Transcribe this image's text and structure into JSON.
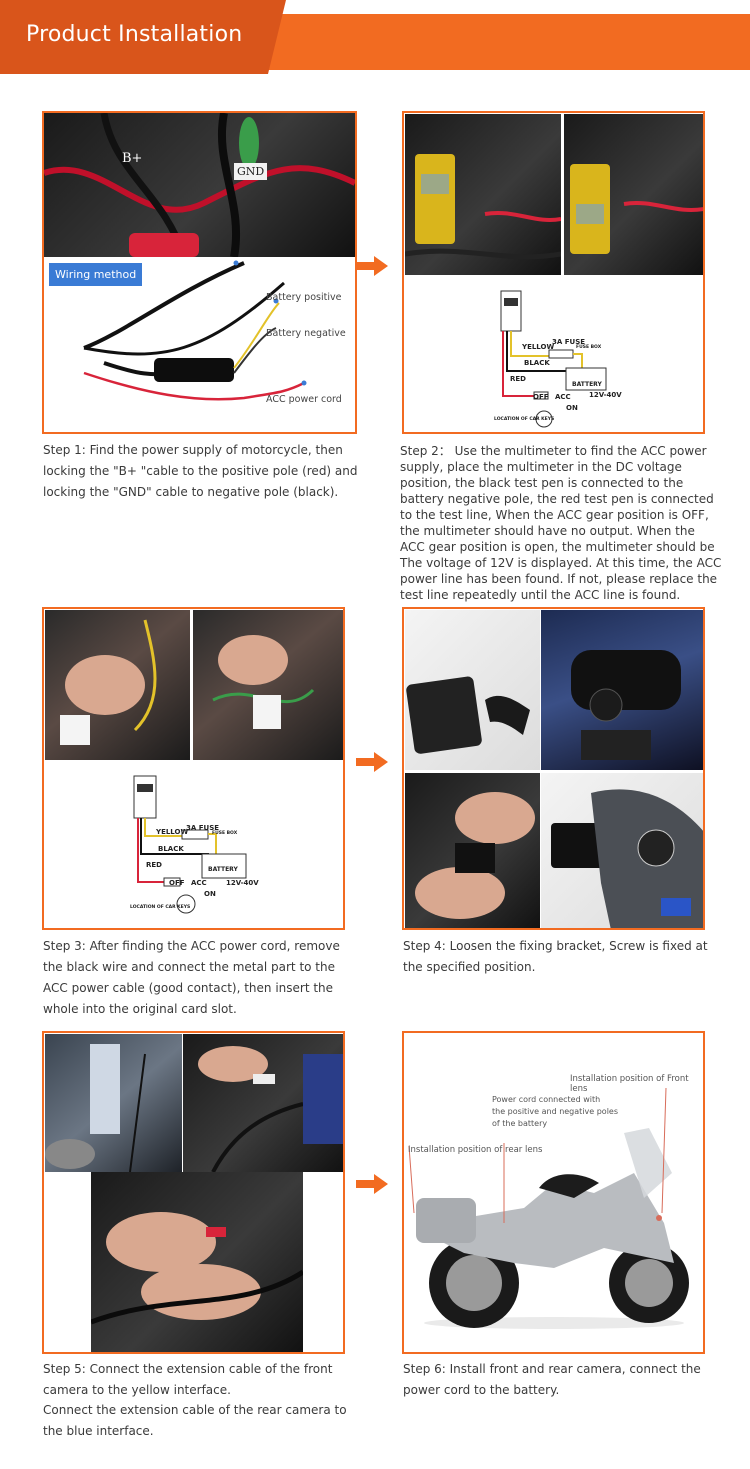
{
  "header": {
    "title": "Product Installation"
  },
  "colors": {
    "accent": "#f26b21",
    "accent_dark": "#d9551b",
    "label_blue": "#3a7bd5"
  },
  "step1": {
    "photo_labels": {
      "bplus": "B+",
      "gnd": "GND"
    },
    "wiring_method": "Wiring method",
    "battery_positive": "Battery positive",
    "battery_negative": "Battery negative",
    "acc_power_cord": "ACC power cord",
    "text": "Step 1: Find the power supply of motorcycle, then locking the \"B+ \"cable to the positive pole (red) and locking the \"GND\" cable to negative pole (black)."
  },
  "diagram": {
    "yellow": "YELLOW",
    "fuse": "3A FUSE",
    "fuse_box": "FUSE BOX",
    "black": "BLACK",
    "red": "RED",
    "battery": "BATTERY",
    "voltage": "12V-40V",
    "off": "OFF",
    "acc": "ACC",
    "on": "ON",
    "keys": "LOCATION OF CAR KEYS"
  },
  "step2": {
    "text": "Step 2： Use the multimeter to find the ACC power supply, place the multimeter in the DC voltage position, the black test pen is connected to the battery negative pole, the red test pen is connected to the test line, When the ACC gear position is OFF, the multimeter should have no output. When the ACC gear position is open, the multimeter should be The voltage of 12V is displayed. At this time, the ACC power line has been found. If not, please replace the test line repeatedly until the ACC line is found."
  },
  "step3": {
    "text": "Step 3: After finding the ACC power cord, remove the black wire and connect the metal part to the ACC power cable (good contact), then insert the whole into the original card slot."
  },
  "step4": {
    "text": "Step 4: Loosen the fixing bracket, Screw is fixed at the specified position."
  },
  "step5": {
    "text1": "Step 5: Connect the extension cable of the front camera to the yellow interface.",
    "text2": "Connect the extension cable of the rear camera to the blue interface."
  },
  "step6": {
    "front_lens": "Installation position of Front lens",
    "power_cord_1": "Power cord  connected with",
    "power_cord_2": "the positive and negative poles",
    "power_cord_3": "of the battery",
    "rear_lens": "Installation position of rear lens",
    "text": "Step 6: Install front and rear camera, connect the power cord to the battery."
  }
}
